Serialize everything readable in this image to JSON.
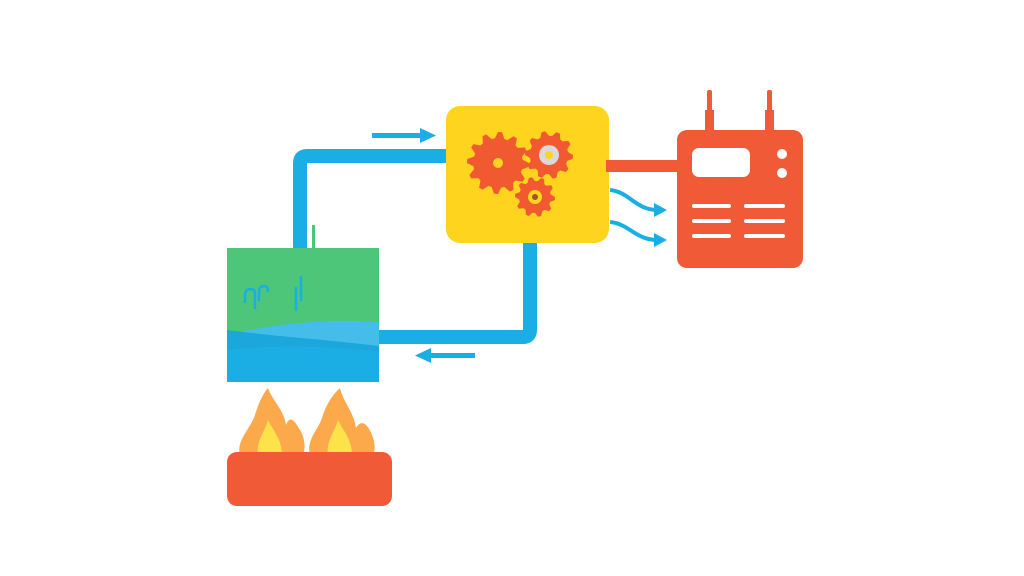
{
  "diagram": {
    "components": [
      "boiler-tank",
      "fire-burner",
      "gear-engine",
      "generator-device"
    ],
    "flows": [
      "pipe-to-engine",
      "pipe-return-to-tank",
      "power-line-to-device",
      "energy-waves-to-device"
    ]
  },
  "colors": {
    "pipe": "#1aaee5",
    "engine_box": "#ffd41f",
    "gear": "#f15a30",
    "gear_hub_gray": "#d9d9d9",
    "device": "#f15a36",
    "tank_green": "#4dc67a",
    "water_light": "#44bdea",
    "water": "#1aaee5",
    "burner": "#f15a36",
    "flame_outer": "#fba94a",
    "flame_inner": "#fde24a"
  }
}
